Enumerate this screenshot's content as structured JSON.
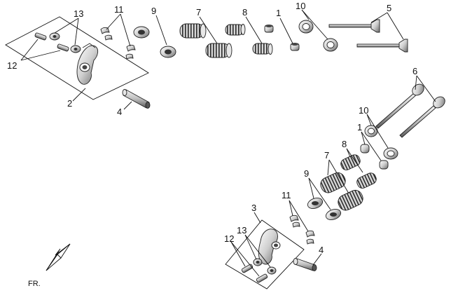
{
  "diagram": {
    "callouts": {
      "top_1": "1",
      "top_2": "2",
      "top_4": "4",
      "top_5": "5",
      "top_7": "7",
      "top_8": "8",
      "top_9": "9",
      "top_10": "10",
      "top_11": "11",
      "top_12": "12",
      "top_13": "13",
      "bot_1": "1",
      "bot_3": "3",
      "bot_4": "4",
      "bot_6": "6",
      "bot_7": "7",
      "bot_8": "8",
      "bot_9": "9",
      "bot_10": "10",
      "bot_11": "11",
      "bot_12": "12",
      "bot_13": "13"
    },
    "front_indicator": "FR."
  }
}
